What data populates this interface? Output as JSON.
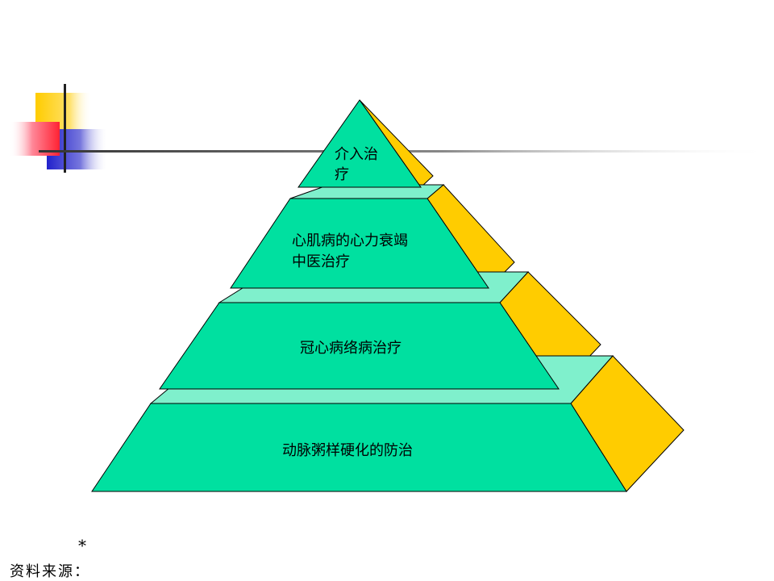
{
  "diagram": {
    "type": "pyramid",
    "tiers": [
      {
        "lines": [
          "介入治",
          "疗"
        ]
      },
      {
        "lines": [
          "心肌病的心力衰竭",
          "中医治疗"
        ]
      },
      {
        "lines": [
          "冠心病络病治疗"
        ]
      },
      {
        "lines": [
          "动脉粥样硬化的防治"
        ]
      }
    ]
  },
  "footer": {
    "marker": "*",
    "source_label": "资料来源："
  },
  "colors": {
    "front": "#00E0A0",
    "top": "#7FF0CC",
    "side": "#FFCC00",
    "outline": "#000000",
    "deco_yellow": "#FFCC00",
    "deco_red": "#FF3344",
    "deco_blue": "#3333CC",
    "deco_line": "#444444"
  }
}
